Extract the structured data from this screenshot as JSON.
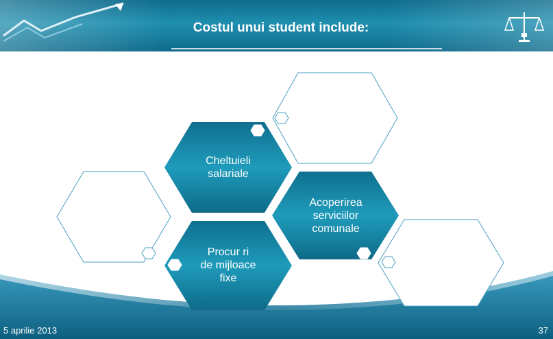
{
  "slide": {
    "title": "Costul unui student include:",
    "date": "5 aprilie 2013",
    "page_number": "37"
  },
  "hexagons": {
    "salaries": "Cheltuieli\nsalariale",
    "services": "Acoperirea\nserviciilor\ncomunale",
    "assets": "Procur  ri\nde mijloace\nfixe"
  },
  "colors": {
    "header": "#1a86a8",
    "hex_fill": "#17839f",
    "outline": "#4a9fc0"
  },
  "icons": {
    "logo": "trend-arrow-icon",
    "scale": "balance-scale-icon"
  }
}
